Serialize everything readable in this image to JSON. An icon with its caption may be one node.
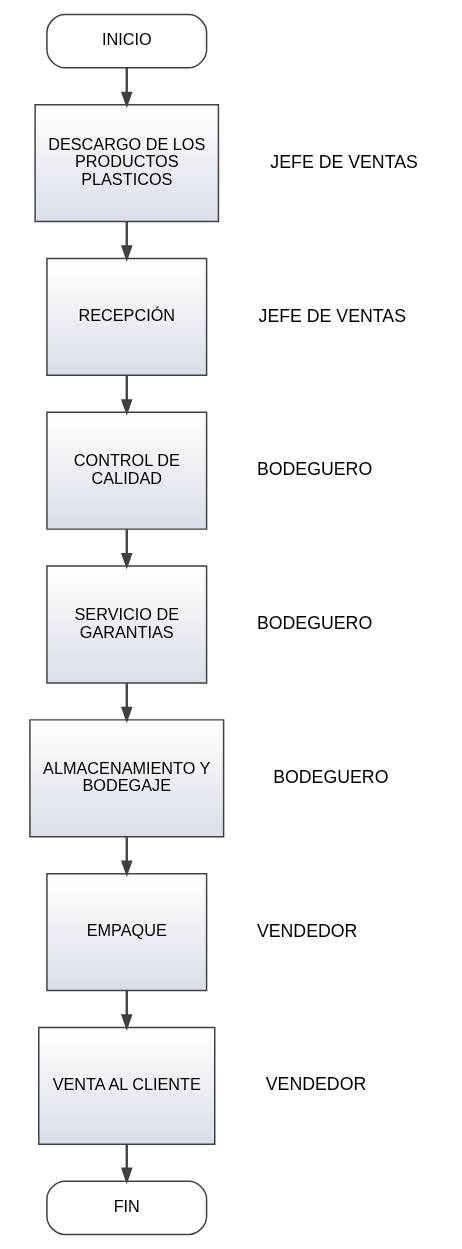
{
  "diagram": {
    "nodes": [
      {
        "text": [
          "INICIO"
        ]
      },
      {
        "text": [
          "DESCARGO DE LOS PRODUCTOS PLASTICOS"
        ],
        "beside": [
          "JEFE DE VENTAS"
        ]
      },
      {
        "text": [
          "RECEPCIÓN"
        ],
        "beside": [
          "JEFE DE VENTAS"
        ]
      },
      {
        "text": [
          "CONTROL DE CALIDAD"
        ],
        "beside": [
          "BODEGUERO"
        ]
      },
      {
        "text": [
          "SERVICIO DE GARANTIAS"
        ],
        "beside": [
          "BODEGUERO"
        ]
      },
      {
        "text": [
          "ALMACENAMIENTO Y BODEGAJE"
        ],
        "beside": [
          "BODEGUERO"
        ]
      },
      {
        "text": [
          "EMPAQUE"
        ],
        "beside": [
          "VENDEDOR"
        ]
      },
      {
        "text": [
          "VENTA AL CLIENTE"
        ],
        "beside": [
          "VENDEDOR"
        ]
      },
      {
        "text": [
          "FIN"
        ]
      }
    ],
    "edges": [
      {
        "from": 0,
        "to": 1,
        "arrow": "to"
      },
      {
        "from": 1,
        "to": 2,
        "arrow": "to"
      },
      {
        "from": 2,
        "to": 3,
        "arrow": "to"
      },
      {
        "from": 3,
        "to": 4,
        "arrow": "to"
      },
      {
        "from": 4,
        "to": 5,
        "arrow": "to"
      },
      {
        "from": 5,
        "to": 6,
        "arrow": "to"
      },
      {
        "from": 6,
        "to": 7,
        "arrow": "to"
      },
      {
        "from": 7,
        "to": 8,
        "arrow": "to"
      }
    ]
  }
}
